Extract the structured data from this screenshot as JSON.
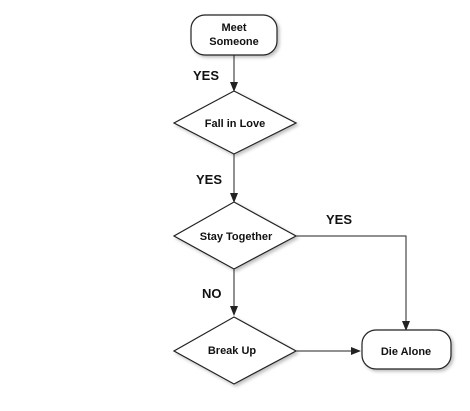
{
  "flowchart": {
    "nodes": {
      "meet": {
        "line1": "Meet",
        "line2": "Someone",
        "shape": "rounded-rect"
      },
      "fall": {
        "label": "Fall in Love",
        "shape": "diamond"
      },
      "stay": {
        "label": "Stay Together",
        "shape": "diamond"
      },
      "breakup": {
        "label": "Break Up",
        "shape": "diamond"
      },
      "alone": {
        "label": "Die Alone",
        "shape": "rounded-rect"
      }
    },
    "edges": {
      "meet_to_fall": {
        "label": "YES"
      },
      "fall_to_stay": {
        "label": "YES"
      },
      "stay_to_alone": {
        "label": "YES"
      },
      "stay_to_breakup": {
        "label": "NO"
      },
      "breakup_to_alone": {
        "label": ""
      }
    },
    "colors": {
      "stroke": "#222222",
      "fill": "#ffffff",
      "text": "#111111"
    }
  }
}
